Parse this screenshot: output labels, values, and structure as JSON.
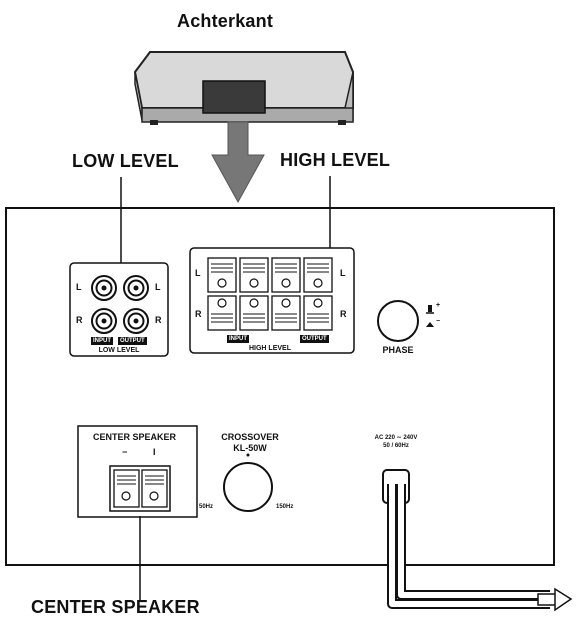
{
  "device_label": "Achterkant",
  "low_level_title": "LOW LEVEL",
  "high_level_title": "HIGH LEVEL",
  "center_speaker_title": "CENTER SPEAKER",
  "low_level_panel": {
    "left": "L",
    "right": "R",
    "input_tag": "INPUT",
    "output_tag": "OUTPUT",
    "caption": "LOW LEVEL"
  },
  "high_level_panel": {
    "left": "L",
    "right": "R",
    "input_tag": "INPUT",
    "output_tag": "OUTPUT",
    "caption": "HIGH LEVEL"
  },
  "phase": {
    "plus": "+",
    "minus": "−",
    "caption": "PHASE"
  },
  "center_speaker_panel": {
    "title": "CENTER SPEAKER",
    "minus": "−",
    "plus": "I"
  },
  "crossover": {
    "title": "CROSSOVER",
    "model": "KL-50W",
    "min": "50Hz",
    "max": "150Hz"
  },
  "power": {
    "voltage": "AC 220 ∼ 240V",
    "frequency": "50 / 60Hz"
  }
}
